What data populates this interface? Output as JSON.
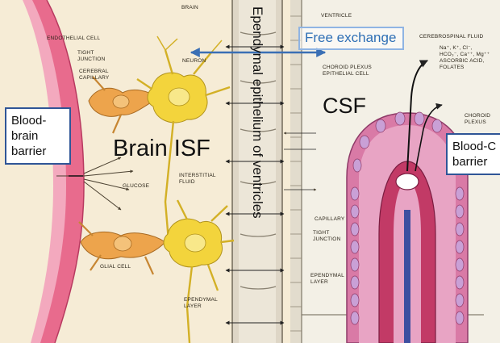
{
  "labels": {
    "brain": "BRAIN",
    "ventricle": "VENTRICLE",
    "endothelial_cell": "ENDOTHELIAL CELL",
    "tight_junction_top": "TIGHT\nJUNCTION",
    "cerebral_capillary": "CEREBRAL\nCAPILLARY",
    "neuron": "NEURON",
    "glucose": "GLUCOSE",
    "interstitial_fluid": "INTERSTITIAL\nFLUID",
    "glial_cell": "GLIAL CELL",
    "ependymal_layer_left": "EPENDYMAL\nLAYER",
    "cerebrospinal_fluid": "CEREBROSPINAL FLUID",
    "ions": "Na⁺, K⁺, Cl⁻,\nHCO₃⁻, Ca⁺⁺, Mg⁺⁺\nASCORBIC ACID,\nFOLATES",
    "choroid_plexus_epithelial_cell": "CHOROID PLEXUS\nEPITHELIAL CELL",
    "choroid_plexus": "CHOROID\nPLEXUS",
    "capillary": "CAPILLARY",
    "tight_junction_bottom": "TIGHT\nJUNCTION",
    "ependymal_layer_right": "EPENDYMAL\nLAYER"
  },
  "overlays": {
    "free_exchange": "Free exchange",
    "ependymal_epithelium": "Ependymal epithelium of ventricles",
    "csf": "CSF",
    "brain_isf": "Brain ISF",
    "blood_brain_barrier": "Blood-\nbrain\nbarrier",
    "blood_csf_barrier": "Blood-C\nbarrier"
  },
  "colors": {
    "background": "#f6ecd6",
    "vessel": "#e8668a",
    "neuron_yellow": "#f2d23c",
    "glial_orange": "#e8a64a",
    "plexus_pink": "#d77aa8",
    "plexus_nucleus": "#c9a0d6",
    "capillary_red": "#b8285a",
    "capillary_blue": "#3d4fa0",
    "box_border": "#2f5597",
    "free_exchange_text": "#2f6fb5",
    "free_exchange_border": "#8fb4e3",
    "arrow_blue": "#3a6fb4"
  }
}
